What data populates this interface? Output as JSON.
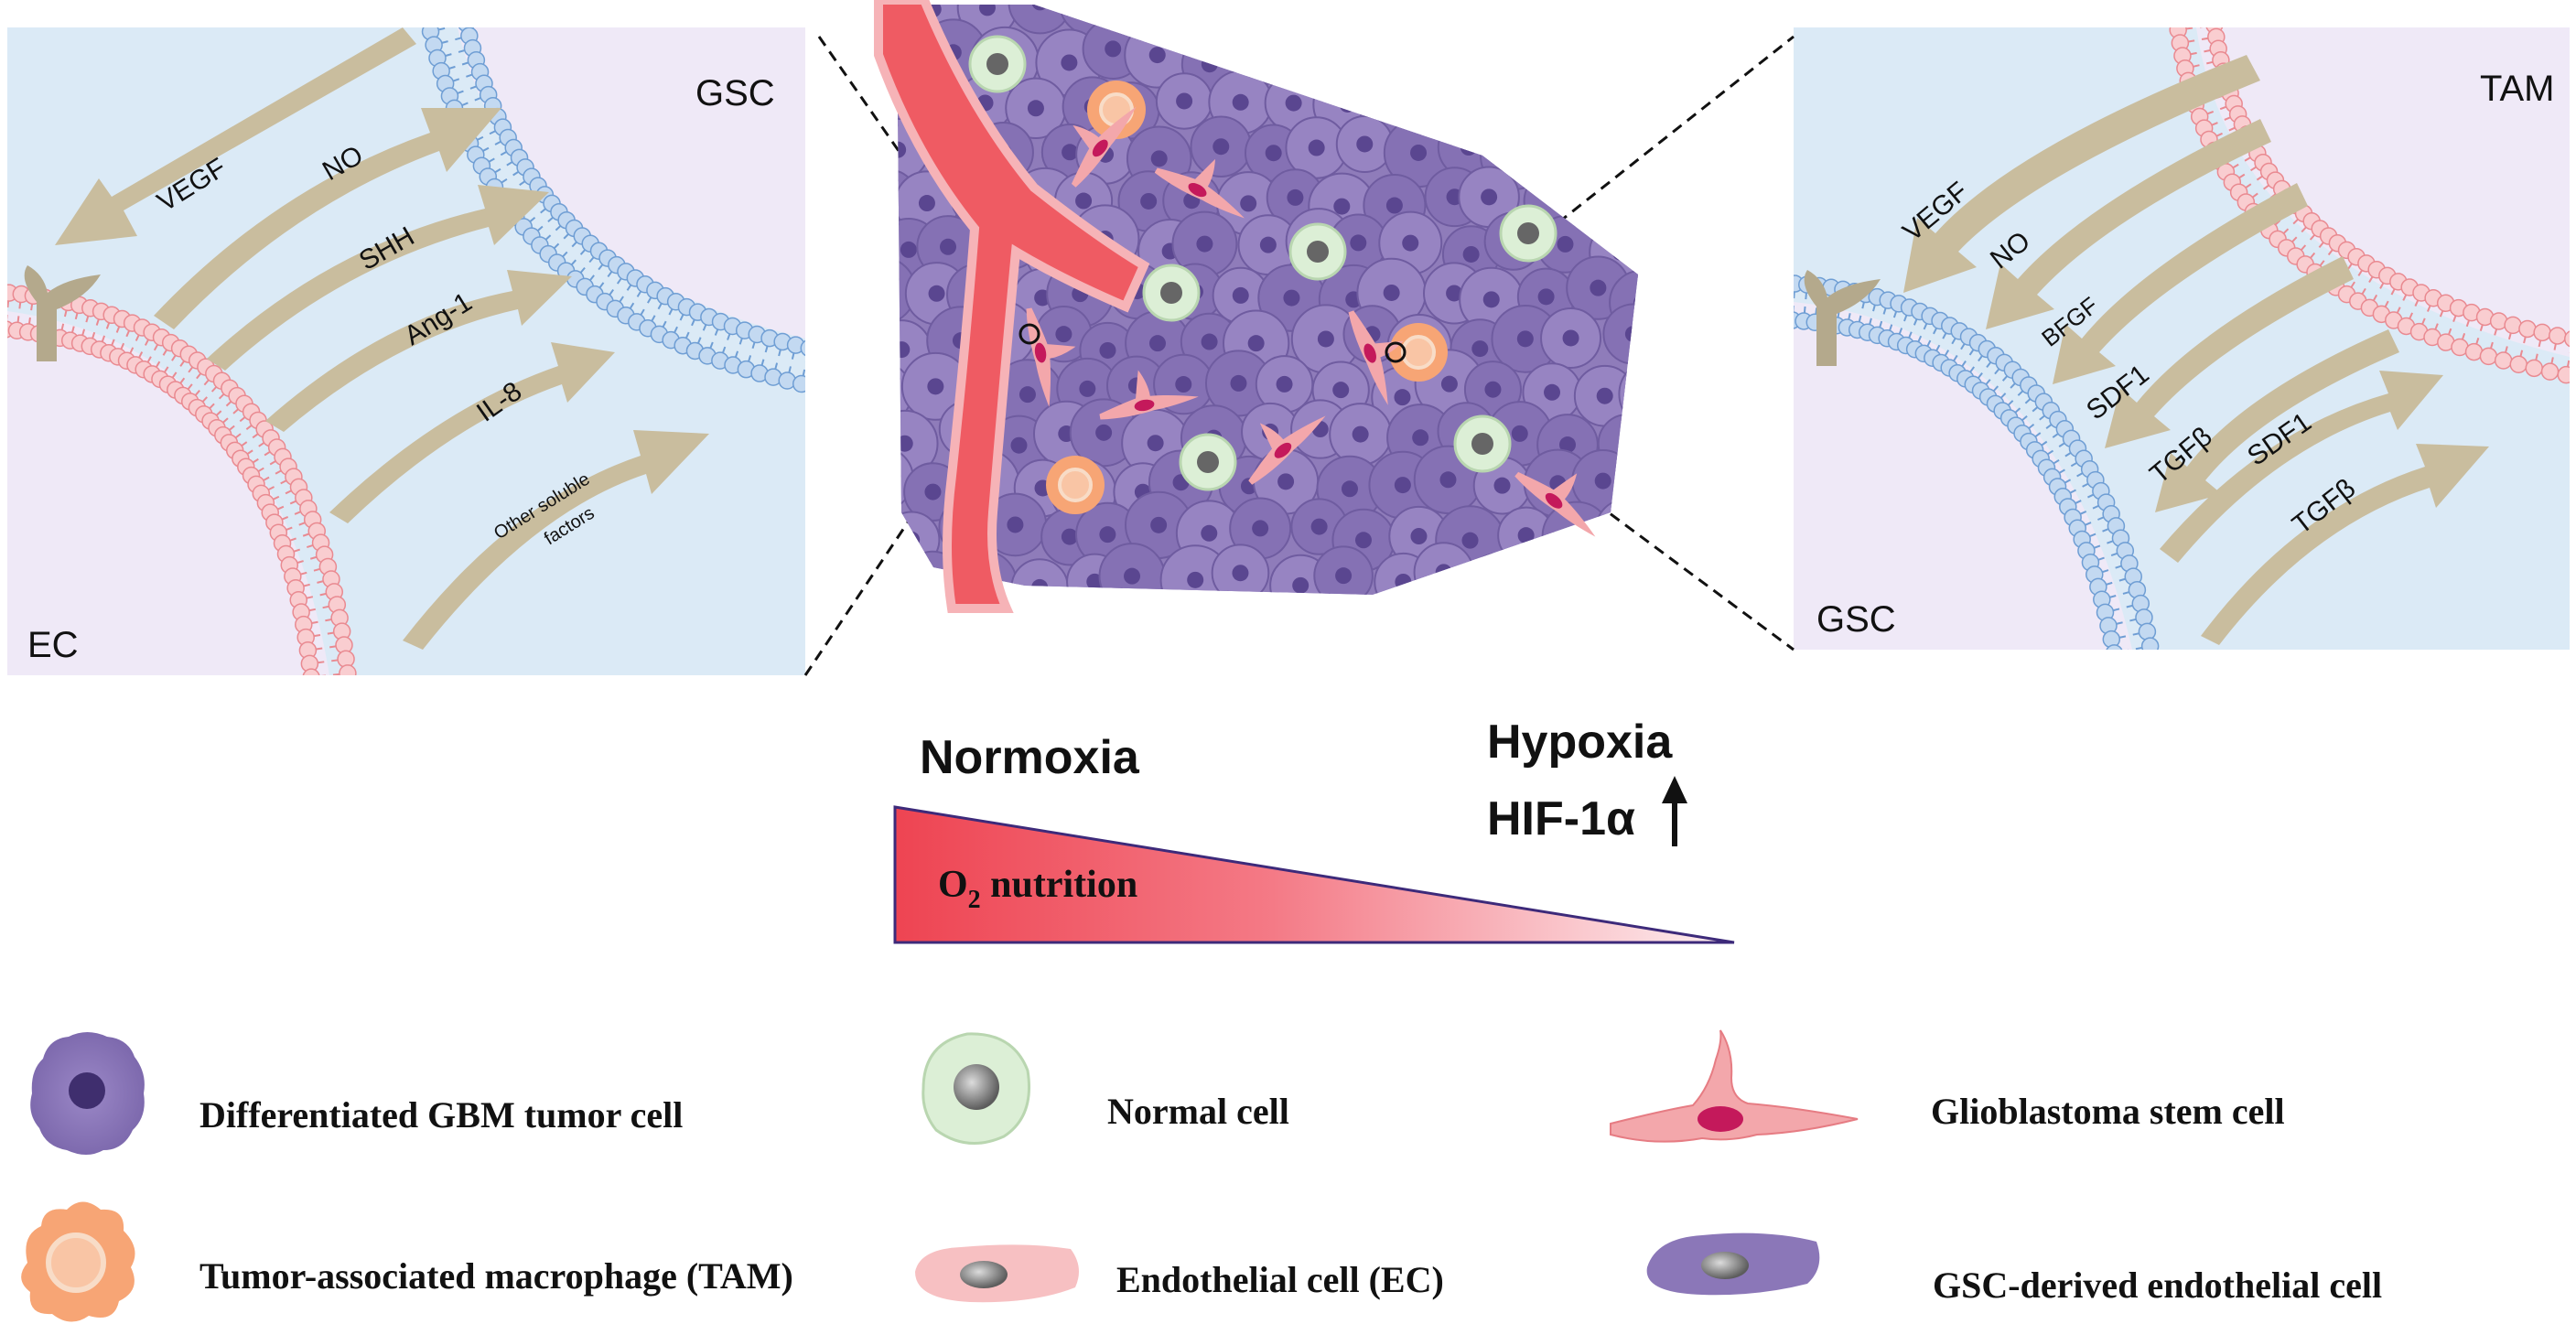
{
  "left_panel": {
    "label_top": "GSC",
    "label_bottom": "EC",
    "arrows": [
      "VEGF",
      "NO",
      "SHH",
      "Ang-1",
      "IL-8"
    ],
    "arrow_last_lines": [
      "Other soluble",
      "factors"
    ]
  },
  "right_panel": {
    "label_top": "TAM",
    "label_bottom": "GSC",
    "arrows": [
      "VEGF",
      "NO",
      "BFGF",
      "SDF1",
      "TGFβ",
      "SDF1",
      "TGFβ"
    ]
  },
  "gradient": {
    "left_label": "Normoxia",
    "right_label_1": "Hypoxia",
    "right_label_2": "HIF-1α",
    "bar_text_main": "O",
    "bar_text_sub": "2",
    "bar_text_rest": " nutrition"
  },
  "legend": [
    {
      "label": "Differentiated GBM tumor cell"
    },
    {
      "label": "Normal cell"
    },
    {
      "label": "Glioblastoma stem cell"
    },
    {
      "label": "Tumor-associated macrophage (TAM)"
    },
    {
      "label": "Endothelial cell (EC)"
    },
    {
      "label": "GSC-derived endothelial cell"
    }
  ],
  "colors": {
    "panel_bg": "#dbeaf6",
    "panel_bg_alt": "#efe9f7",
    "arrow": "#c9bd9e",
    "membrane_pink": "#f3a6aa",
    "membrane_blue": "#8fb6e2",
    "tumor": "#8b77b8",
    "vessel": "#ef5b63",
    "gradient_start": "#ee4452",
    "gradient_border": "#3d2a7a"
  }
}
